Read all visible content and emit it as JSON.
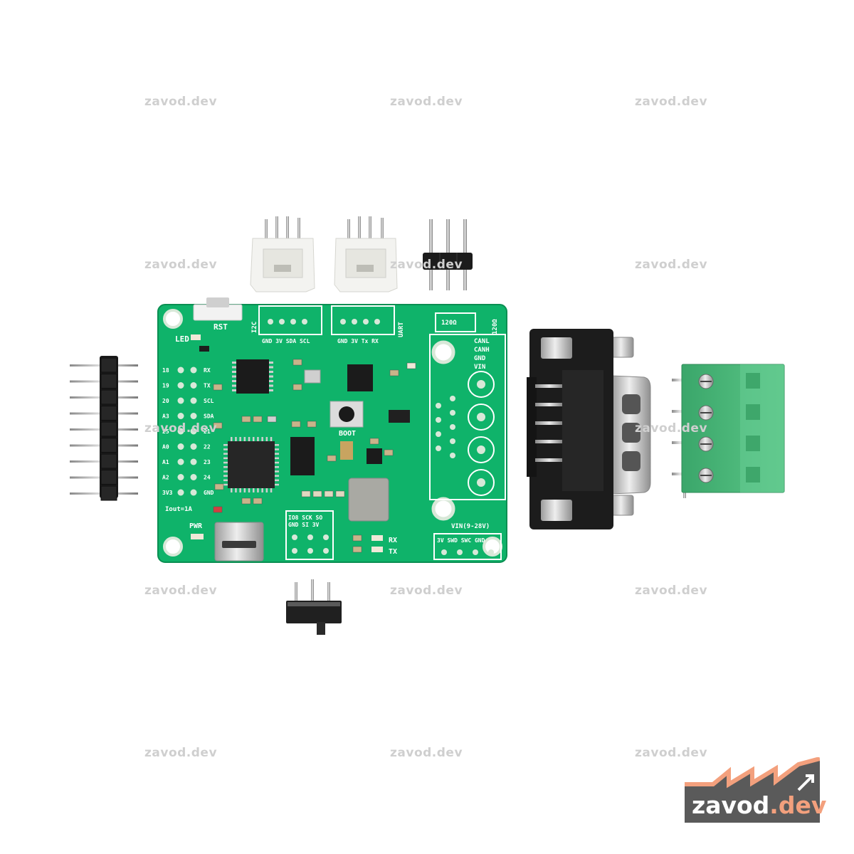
{
  "watermarks": [
    "zavod.dev"
  ],
  "logo": {
    "name": "zavod",
    "suffix": ".dev",
    "accent_color": "#f3a07d",
    "bg_color": "#5a5a5a"
  },
  "board": {
    "color": "#0fb36a",
    "labels": {
      "rst": "RST",
      "led": "LED",
      "i2c": "I2C",
      "i2c_pins": "GND 3V SDA SCL",
      "uart": "UART",
      "uart_pins": "GND 3V Tx RX",
      "r120": "120Ω",
      "r120b": "120Ω",
      "canl": "CANL",
      "canh": "CANH",
      "gnd": "GND",
      "vin": "VIN",
      "boot": "BOOT",
      "vin_range": "VIN(9-28V)",
      "iout": "Iout=1A",
      "pwr": "PWR",
      "rx": "RX",
      "tx": "TX",
      "spi_top": "IO8 SCK SO",
      "spi_bot": "GND SI 3V",
      "swd": "3V SWD SWC GND",
      "left_pins": [
        "18",
        "19",
        "20",
        "A3",
        "25",
        "A0",
        "A1",
        "A2",
        "3V3"
      ],
      "right_pins": [
        "RX",
        "TX",
        "SCL",
        "SDA",
        "21",
        "22",
        "23",
        "24",
        "GND"
      ]
    }
  }
}
